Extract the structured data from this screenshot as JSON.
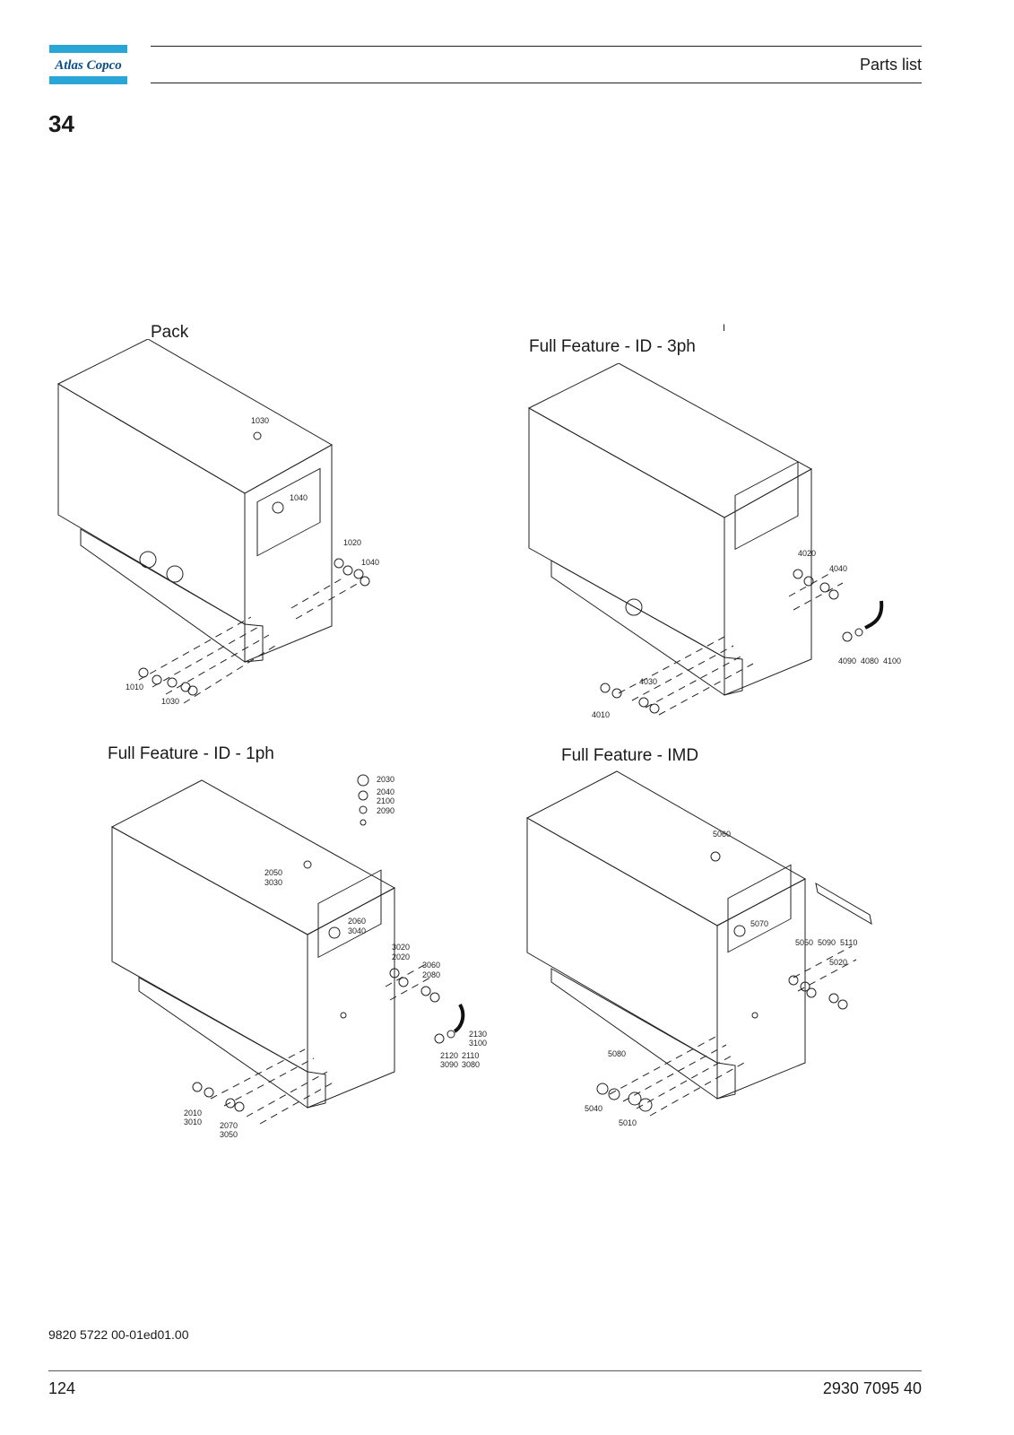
{
  "header": {
    "brand": "Atlas Copco",
    "section_title": "Parts list",
    "brand_colors": {
      "blue": "#2aa6d6",
      "logo_text": "#0b4f87"
    }
  },
  "section_number": "34",
  "stray_mark": "I",
  "views": {
    "pack": {
      "title": "Pack",
      "callouts": [
        "1030",
        "1040",
        "1020",
        "1040",
        "1010",
        "1030"
      ]
    },
    "id_3ph": {
      "title": "Full Feature - ID - 3ph",
      "callouts": [
        "4020",
        "4040",
        "4090",
        "4080",
        "4100",
        "4030",
        "4010"
      ]
    },
    "id_1ph": {
      "title": "Full Feature - ID - 1ph",
      "callouts": [
        "2030",
        "2040",
        "2100",
        "2090",
        "2050",
        "3030",
        "2060",
        "3040",
        "3020",
        "2020",
        "3060",
        "2080",
        "2130",
        "3100",
        "2120",
        "2110",
        "3090",
        "3080",
        "2010",
        "3010",
        "2070",
        "3050"
      ]
    },
    "imd": {
      "title": "Full Feature - IMD",
      "callouts": [
        "5060",
        "5070",
        "5050",
        "5090",
        "5110",
        "5020",
        "5080",
        "5040",
        "5010"
      ]
    }
  },
  "footer": {
    "doc_ref": "9820 5722 00-01ed01.00",
    "page_number": "124",
    "part_number": "2930 7095 40"
  }
}
